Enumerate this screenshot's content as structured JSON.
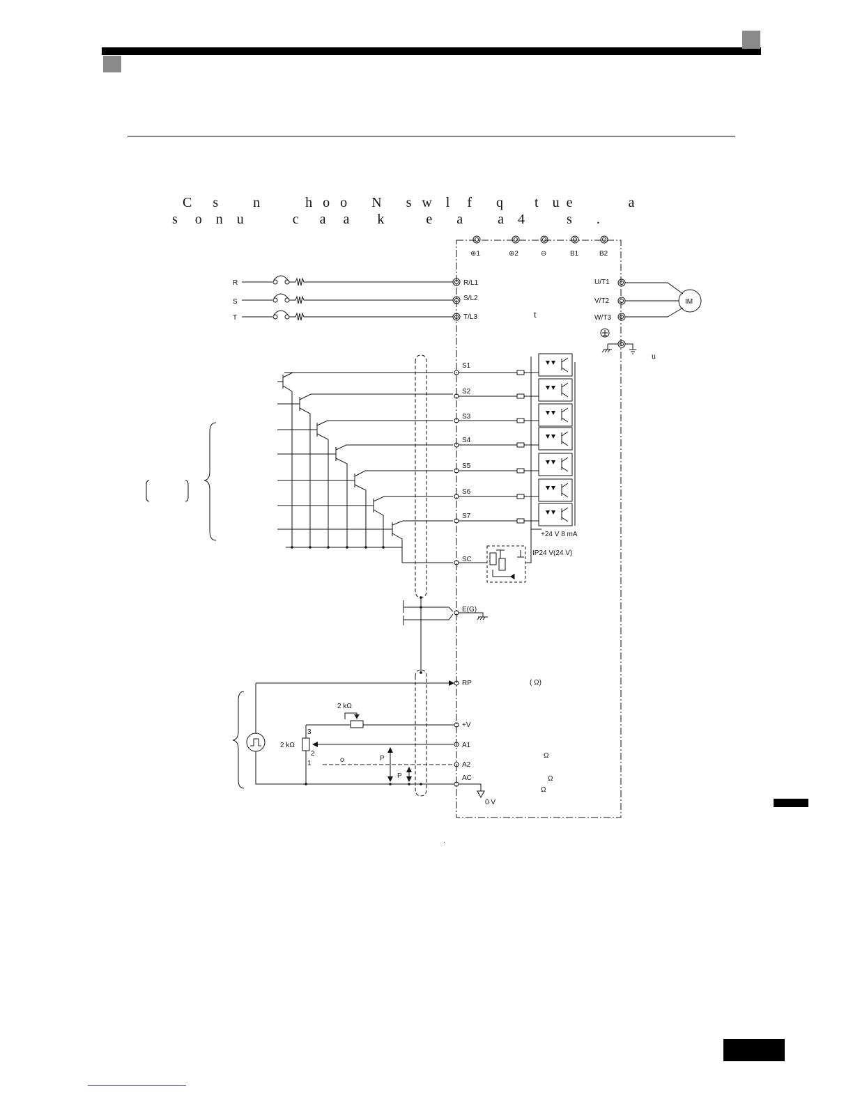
{
  "intro": {
    "line1": "C      s          n             h   o   o       N       s   w    l     f       q         t    u  e                a",
    "line2": "s     o    n    u              c      a     a        k            e       a          a    4            s       ."
  },
  "dc_terminals": [
    "⊕1",
    "⊕2",
    "⊖",
    "B1",
    "B2"
  ],
  "power_inputs": [
    "R",
    "S",
    "T"
  ],
  "main_terminals": [
    "R/L1",
    "S/L2",
    "T/L3"
  ],
  "output_terminals": [
    "U/T1",
    "V/T2",
    "W/T3"
  ],
  "motor_label": "IM",
  "t_fragment": "t",
  "u_fragment": "u",
  "digital_inputs": [
    "S1",
    "S2",
    "S3",
    "S4",
    "S5",
    "S6",
    "S7"
  ],
  "sc_terminal": "SC",
  "supply_note": "+24 V 8 mA",
  "ip24_label": "IP24 V(24 V)",
  "ground_terminal": "E(G)",
  "analog_terminals": [
    "RP",
    "+V",
    "A1",
    "A2",
    "AC"
  ],
  "rp_note": "(   Ω)",
  "pot_top_label": "2 kΩ",
  "pot_left_label": "2 kΩ",
  "pot_pins": [
    "3",
    "2",
    "1"
  ],
  "p_labels": [
    "P",
    "P"
  ],
  "o_label": "o",
  "omega_marks": [
    "Ω",
    "Ω",
    "Ω"
  ],
  "zero_v": "0 V",
  "caption_dot": "."
}
